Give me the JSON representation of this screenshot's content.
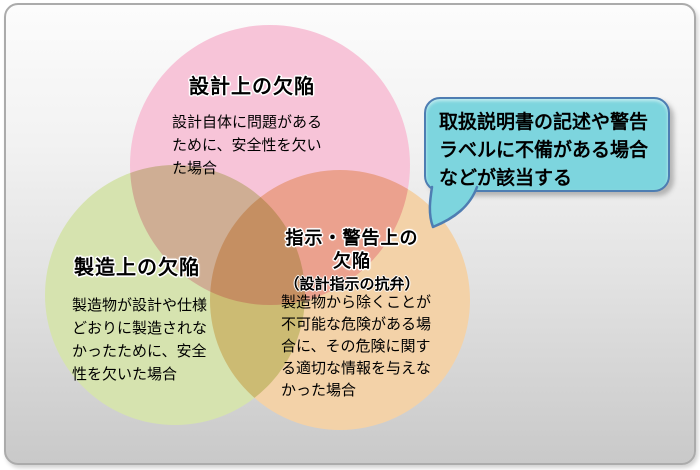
{
  "venn": {
    "circles": [
      {
        "label": "design-defect",
        "color": "#F7C4D8",
        "title": "設計上の欠陥",
        "body_lines": [
          "設計自体に問題がある",
          "ために、安全性を欠い",
          "た場合"
        ]
      },
      {
        "label": "manufacturing-defect",
        "color": "#D6E3AF",
        "title": "製造上の欠陥",
        "body_lines": [
          "製造物が設計や仕様",
          "どおりに製造されな",
          "かったために、安全",
          "性を欠いた場合"
        ]
      },
      {
        "label": "instruction-warning-defect",
        "color": "#F3D2A8",
        "title_lines": [
          "指示・警告上の",
          "欠陥"
        ],
        "subtitle": "（設計指示の抗弁）",
        "body_lines": [
          "製造物から除くことが",
          "不可能な危険がある場",
          "合に、その危険に関す",
          "る適切な情報を与えな",
          "かった場合"
        ]
      }
    ]
  },
  "callout": {
    "fill": "#7DD5DE",
    "border": "#4E7DB2",
    "lines": [
      "取扱説明書の記述や警告",
      "ラベルに不備がある場合",
      "などが該当する"
    ]
  }
}
